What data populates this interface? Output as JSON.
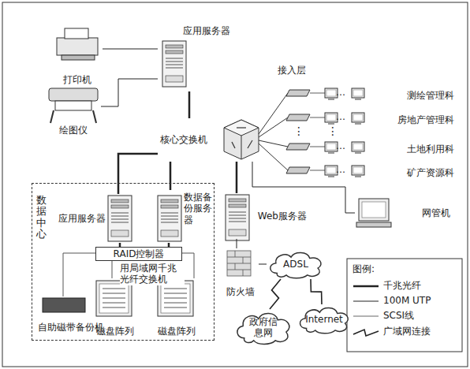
{
  "diagram": {
    "nodes": [
      {
        "text": [
          "数据中心"
        ]
      },
      {
        "text": [
          "应用服务器"
        ]
      },
      {
        "text": [
          "打印机"
        ]
      },
      {
        "text": [
          "绘图仪"
        ]
      },
      {
        "text": [
          "核心交换机"
        ]
      },
      {
        "text": [
          "测绘管理科"
        ]
      },
      {
        "text": [
          "房地产管理科"
        ]
      },
      {
        "text": [
          "土地利用科"
        ]
      },
      {
        "text": [
          "矿产资源科"
        ]
      },
      {
        "text": [
          "网管机"
        ]
      },
      {
        "text": [
          "应用服务器"
        ],
        "in": 0
      },
      {
        "text": [
          "数据备份服务器"
        ],
        "in": 0
      },
      {
        "text": [
          "RAID控制器"
        ],
        "in": 0
      },
      {
        "text": [
          "自助磁带备份机"
        ],
        "in": 0
      },
      {
        "text": [
          "磁盘阵列"
        ],
        "in": 0
      },
      {
        "text": [
          "磁盘阵列"
        ],
        "in": 0
      },
      {
        "text": [
          "Web服务器"
        ]
      },
      {
        "text": [
          "防火墙"
        ]
      },
      {
        "text": [
          "ADSL"
        ]
      },
      {
        "text": [
          "政府信息网"
        ]
      },
      {
        "text": [
          "Internet"
        ]
      }
    ],
    "edges": [
      {
        "from": 1,
        "to": 2,
        "arrow": "none"
      },
      {
        "from": 1,
        "to": 3,
        "arrow": "none"
      },
      {
        "from": 1,
        "to": 4,
        "arrow": "none"
      },
      {
        "from": 4,
        "to": 10,
        "arrow": "none"
      },
      {
        "from": 4,
        "to": 11,
        "arrow": "none"
      },
      {
        "from": 4,
        "to": 16,
        "arrow": "none"
      },
      {
        "from": 4,
        "to": 9,
        "arrow": "none"
      },
      {
        "from": 10,
        "to": 12,
        "arrow": "none"
      },
      {
        "from": 11,
        "to": 12,
        "arrow": "none"
      },
      {
        "from": 12,
        "to": 13,
        "arrow": "none"
      },
      {
        "from": 12,
        "to": 14,
        "arrow": "none"
      },
      {
        "from": 12,
        "to": 15,
        "arrow": "none"
      },
      {
        "from": 16,
        "to": 17,
        "arrow": "none"
      },
      {
        "from": 17,
        "to": 18,
        "arrow": "none"
      },
      {
        "from": 18,
        "to": 19,
        "arrow": "none"
      },
      {
        "from": 18,
        "to": 20,
        "arrow": "none"
      }
    ],
    "labels": [
      "接入层",
      "用局域网千兆光纤交换机",
      "…",
      "…",
      "…",
      "…",
      "⋮",
      "⋮",
      "图例:"
    ],
    "legend": [
      {
        "text": "千兆光纤"
      },
      {
        "text": "100M UTP"
      },
      {
        "text": "SCSI线"
      },
      {
        "text": "广域网连接"
      }
    ]
  }
}
